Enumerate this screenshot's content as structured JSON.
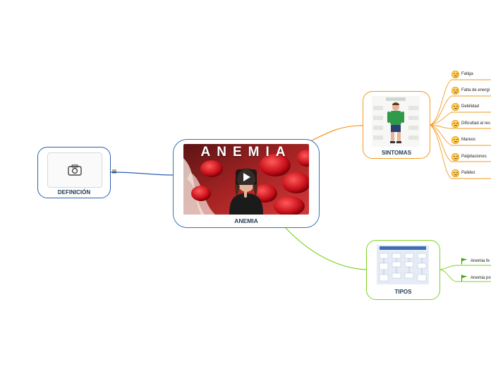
{
  "colors": {
    "center_border": "#2f77b5",
    "definicion_border": "#2c5fb0",
    "sintomas_branch": "#f29a1e",
    "tipos_branch": "#7ed321",
    "label_text": "#1f3a4f"
  },
  "center": {
    "label": "ANEMIA",
    "video_title": "ANEMIA"
  },
  "definicion": {
    "label": "DEFINICIÓN",
    "icon": "camera-icon"
  },
  "sintomas": {
    "label": "SINTOMAS",
    "items": [
      {
        "label": "Fatiga",
        "icon": "sad-face-icon"
      },
      {
        "label": "Falta de energí",
        "icon": "sad-face-icon"
      },
      {
        "label": "Debilidad",
        "icon": "sad-face-icon"
      },
      {
        "label": "Dificultad al res",
        "icon": "sad-face-icon"
      },
      {
        "label": "Mareos",
        "icon": "sad-face-icon"
      },
      {
        "label": "Palpitaciones",
        "icon": "sad-face-icon"
      },
      {
        "label": "Palidez",
        "icon": "sad-face-icon"
      }
    ]
  },
  "tipos": {
    "label": "TIPOS",
    "items": [
      {
        "label": "Anemia fe",
        "icon": "green-flag-icon"
      },
      {
        "label": "Anemia po",
        "icon": "green-flag-icon"
      }
    ]
  }
}
